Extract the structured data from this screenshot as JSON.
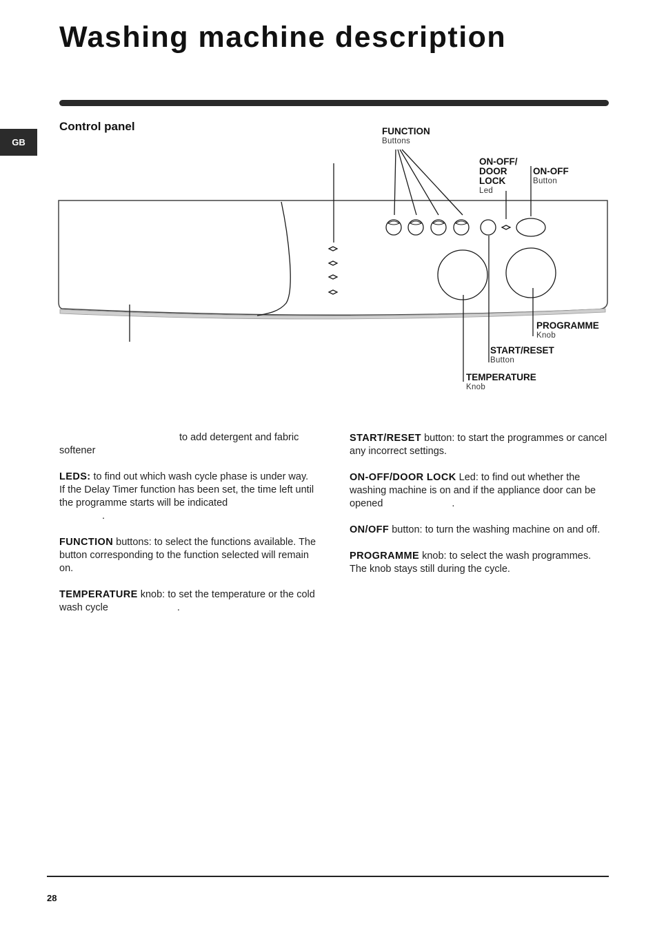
{
  "page": {
    "title": "Washing machine description",
    "language_tab": "GB",
    "section_heading": "Control panel",
    "page_number": "28"
  },
  "diagram": {
    "labels": {
      "function": {
        "name": "FUNCTION",
        "sub": "Buttons"
      },
      "onoff_door_lock": {
        "line1": "ON-OFF/",
        "line2": "DOOR",
        "line3": "LOCK",
        "sub": "Led"
      },
      "onoff": {
        "name": "ON-OFF",
        "sub": "Button"
      },
      "programme": {
        "name": "PROGRAMME",
        "sub": "Knob"
      },
      "start_reset": {
        "name": "START/RESET",
        "sub": "Button"
      },
      "temperature": {
        "name": "TEMPERATURE",
        "sub": "Knob"
      }
    }
  },
  "descriptions": {
    "left": [
      {
        "term": "",
        "text": "to add detergent and fabric softener"
      },
      {
        "term": "LEDS:",
        "text": "to find out which wash cycle phase is under way.",
        "extra": "If the Delay Timer function has been set, the time left until the programme starts will be indicated",
        "extra_end": "."
      },
      {
        "term": "FUNCTION",
        "text": "buttons: to select the functions available. The button corresponding to the function selected will remain on."
      },
      {
        "term": "TEMPERATURE",
        "text": "knob: to set the temperature or the cold wash cycle",
        "end": "."
      }
    ],
    "right": [
      {
        "term": "START/RESET",
        "text": "button: to start the programmes or cancel any incorrect settings."
      },
      {
        "term": "ON-OFF/DOOR LOCK",
        "text": "Led: to find out whether the washing machine is on and if the appliance door can be opened",
        "end": "."
      },
      {
        "term": "ON/OFF",
        "text": "button: to turn the washing machine on and off."
      },
      {
        "term": "PROGRAMME",
        "text": "knob: to select the wash programmes. The knob stays still during the cycle."
      }
    ]
  }
}
